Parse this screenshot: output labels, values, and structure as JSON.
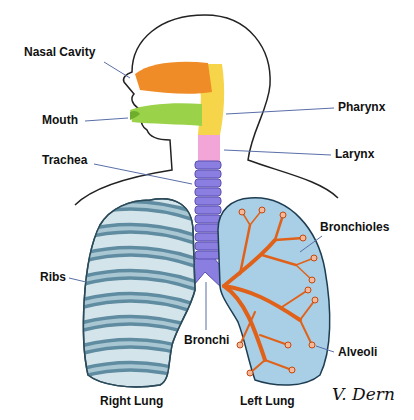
{
  "diagram": {
    "labels": [
      "Nasal Cavity",
      "Mouth",
      "Trachea",
      "Ribs",
      "Pharynx",
      "Larynx",
      "Bronchioles",
      "Alveoli",
      "Bronchi",
      "Right Lung",
      "Left Lung",
      "V. Dern"
    ]
  }
}
